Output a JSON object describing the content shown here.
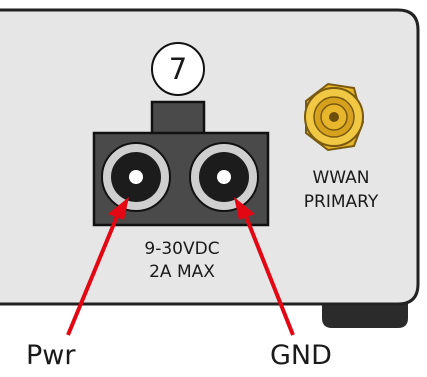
{
  "callout": {
    "number": "7"
  },
  "power_input": {
    "voltage_label": "9-30VDC",
    "current_label": "2A MAX"
  },
  "antenna": {
    "line1": "WWAN",
    "line2": "PRIMARY"
  },
  "wires": {
    "left_label": "Pwr",
    "right_label": "GND"
  },
  "colors": {
    "panel": "#e6e6e6",
    "panel_border": "#222222",
    "connector_body": "#4a4a4a",
    "socket_ring": "#cfcfcf",
    "sma_gold": "#e2b128",
    "arrow_red": "#e30613",
    "foot": "#2b2b2b"
  }
}
